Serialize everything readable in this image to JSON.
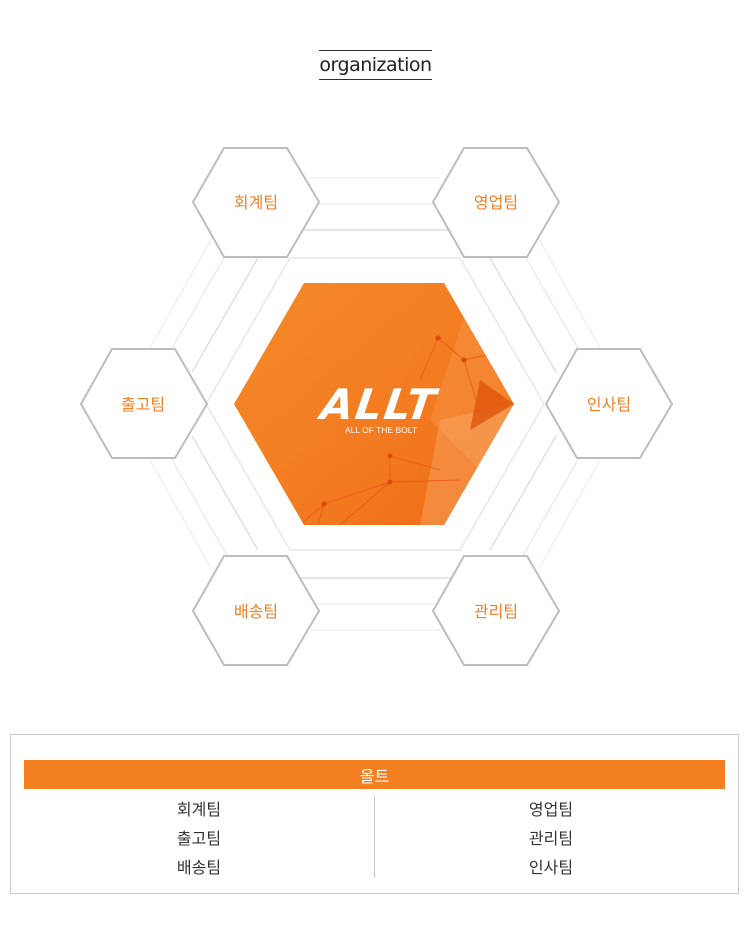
{
  "title": "organization",
  "logo": {
    "wordmark": "ALLT",
    "tagline": "ALL OF THE BOLT"
  },
  "teams": [
    {
      "key": "accounting",
      "label": "회계팀"
    },
    {
      "key": "sales",
      "label": "영업팀"
    },
    {
      "key": "shipping",
      "label": "출고팀"
    },
    {
      "key": "hr",
      "label": "인사팀"
    },
    {
      "key": "delivery",
      "label": "배송팀"
    },
    {
      "key": "management",
      "label": "관리팀"
    }
  ],
  "org_table": {
    "header": "올트",
    "left": [
      "회계팀",
      "출고팀",
      "배송팀"
    ],
    "right": [
      "영업팀",
      "관리팀",
      "인사팀"
    ]
  },
  "colors": {
    "accent": "#f37f21",
    "hex_border": "#bdbdbd",
    "team_text": "#f37f21"
  }
}
